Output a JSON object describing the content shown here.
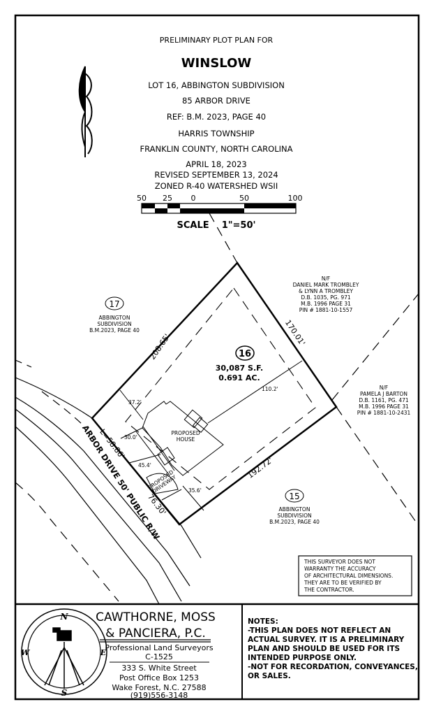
{
  "header": {
    "pre_title": "PRELIMINARY PLOT PLAN FOR",
    "title": "WINSLOW",
    "lines": [
      "LOT 16, ABBINGTON SUBDIVISION",
      "85 ARBOR DRIVE",
      "REF: B.M. 2023, PAGE 40",
      "HARRIS TOWNSHIP",
      "FRANKLIN COUNTY, NORTH CAROLINA",
      "APRIL 18, 2023",
      "REVISED SEPTEMBER 13, 2024",
      "ZONED R-40 WATERSHED WSII"
    ]
  },
  "scale_bar": {
    "ticks": [
      "50",
      "25",
      "0",
      "50",
      "100"
    ],
    "label": "SCALE    1\"=50'"
  },
  "lot": {
    "number": "16",
    "area_sf": "30,087 S.F.",
    "area_ac": "0.691 AC.",
    "house_label": [
      "PROPOSED",
      "HOUSE"
    ],
    "driveway_label": [
      "PROPOSED",
      "DRIVEWAY"
    ],
    "dimensions": {
      "northwest": "208.65'",
      "northeast": "170.01'",
      "southeast": "192.72'",
      "front_arc": "L=58.86'",
      "front_line": "76.30'",
      "setback_rear": "110.2'",
      "setback_a": "37.2'",
      "setback_b": "30.0'",
      "setback_c": "45.4'",
      "setback_d": "35.6'"
    }
  },
  "adjoiners": {
    "lot17": {
      "number": "17",
      "lines": [
        "ABBINGTON",
        "SUBDIVISION",
        "B.M.2023, PAGE 40"
      ]
    },
    "lot15": {
      "number": "15",
      "lines": [
        "ABBINGTON",
        "SUBDIVISION",
        "B.M.2023, PAGE 40"
      ]
    },
    "trombley": {
      "lines": [
        "N/F",
        "DANIEL MARK TROMBLEY",
        "& LYNN A TROMBLEY",
        "D.B. 1035, PG. 971",
        "M.B. 1996 PAGE 31",
        "PIN # 1881-10-1557"
      ]
    },
    "barton": {
      "lines": [
        "N/F",
        "PAMELA J BARTON",
        "D.B. 1161, PG. 471",
        "M.B. 1996 PAGE 31",
        "PIN # 1881-10-2431"
      ]
    }
  },
  "road_label": "ARBOR DRIVE 50' PUBLIC R/W",
  "disclaimer": [
    "THIS SURVEYOR DOES NOT",
    "WARRANTY THE ACCURACY",
    "OF ARCHITECTURAL DIMENSIONS.",
    "THEY ARE TO BE VERIFIED BY",
    "THE CONTRACTOR."
  ],
  "title_block": {
    "compass": {
      "n": "N",
      "s": "S",
      "e": "E",
      "w": "W"
    },
    "firm_line1": "CAWTHORNE, MOSS",
    "firm_line2": "& PANCIERA, P.C.",
    "subtitle": "Professional Land Surveyors",
    "license": "C-1525",
    "address": [
      "333 S. White Street",
      "Post Office Box 1253",
      "Wake Forest, N.C. 27588",
      "(919)556-3148"
    ],
    "notes_title": "NOTES:",
    "notes": [
      "-THIS PLAN DOES NOT REFLECT AN",
      "ACTUAL SURVEY. IT IS A PRELIMINARY",
      "PLAN AND SHOULD BE USED FOR ITS",
      "INTENDED PURPOSE ONLY.",
      "-NOT FOR RECORDATION, CONVEYANCES,",
      "OR SALES."
    ]
  }
}
